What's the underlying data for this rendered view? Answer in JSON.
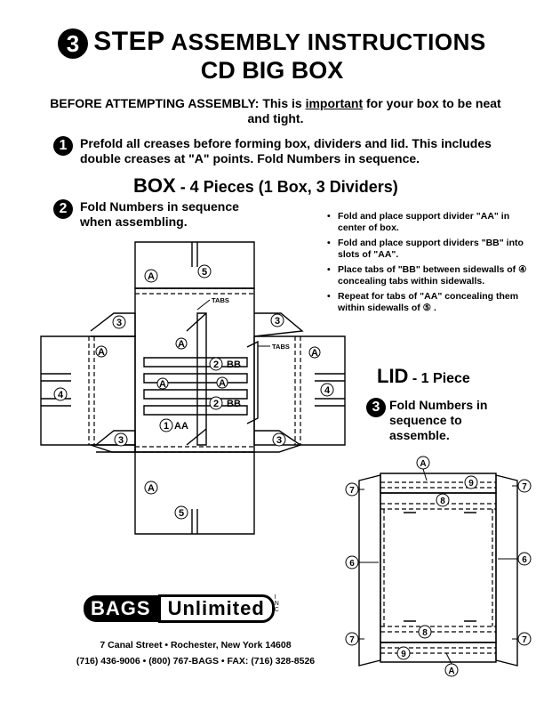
{
  "header": {
    "step_number": "3",
    "title_line1_a": "STEP",
    "title_line1_b": "ASSEMBLY INSTRUCTIONS",
    "title_line2": "CD BIG BOX"
  },
  "notice": {
    "text_before": "BEFORE ATTEMPTING ASSEMBLY:  This is ",
    "emphasis": "important",
    "text_after": " for your box to be neat and tight."
  },
  "step1": {
    "number": "1",
    "text": "Prefold all creases before forming box, dividers and lid. This includes double creases at  \"A\" points.  Fold Numbers in sequence."
  },
  "box_section": {
    "title": "BOX",
    "subtitle": " - 4 Pieces  (1 Box, 3 Dividers)"
  },
  "step2": {
    "number": "2",
    "text": "Fold Numbers in sequence when assembling."
  },
  "instructions": [
    "Fold and place support divider \"AA\" in center of box.",
    "Fold and place support dividers \"BB\" into slots of \"AA\".",
    "Place tabs of \"BB\" between sidewalls of ④ concealing tabs within sidewalls.",
    "Repeat for tabs of \"AA\" concealing them within sidewalls of ⑤ ."
  ],
  "box_diagram": {
    "labels": {
      "A": "A",
      "tabs": "TABS",
      "one_aa": "1",
      "aa": "AA",
      "two_bb": "2",
      "bb": "BB",
      "three": "3",
      "four": "4",
      "five": "5"
    }
  },
  "lid_section": {
    "title": "LID",
    "subtitle": " - 1 Piece"
  },
  "step3": {
    "number": "3",
    "text": "Fold Numbers in sequence to assemble."
  },
  "lid_diagram": {
    "labels": {
      "A": "A",
      "six": "6",
      "seven": "7",
      "eight": "8",
      "nine": "9"
    }
  },
  "company": {
    "logo_left": "BAGS",
    "logo_right": "Unlimited",
    "logo_inc": "INC",
    "address": "7 Canal Street  • Rochester, New York 14608",
    "phones": "(716) 436-9006 • (800) 767-BAGS • FAX: (716) 328-8526"
  }
}
